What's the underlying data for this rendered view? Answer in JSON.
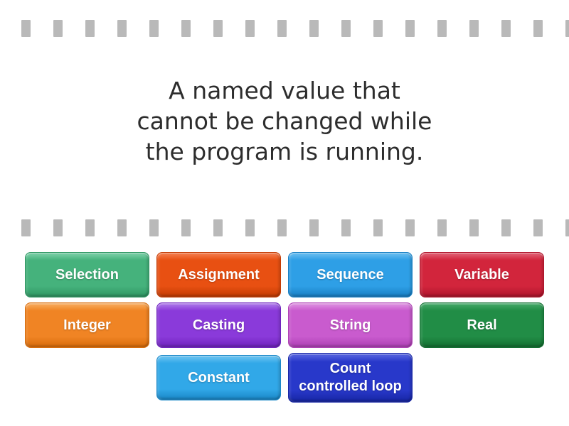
{
  "game": {
    "type_hint": "find-the-match quiz board",
    "background_color": "#ffffff"
  },
  "decor": {
    "squares_per_strip": 18,
    "square_color": "#b9b9b9"
  },
  "question": {
    "text": "A named value that\ncannot be changed while\nthe program is running.",
    "text_color": "#2d2d2d"
  },
  "tiles": [
    {
      "label": "Selection",
      "row": 0,
      "col": 0,
      "base": "#45B27C",
      "light": "#6FC99E",
      "dark": "#2F9763"
    },
    {
      "label": "Assignment",
      "row": 0,
      "col": 1,
      "base": "#E85012",
      "light": "#F27441",
      "dark": "#C43C04"
    },
    {
      "label": "Sequence",
      "row": 0,
      "col": 2,
      "base": "#2E9FE6",
      "light": "#5DB7EE",
      "dark": "#1980C5"
    },
    {
      "label": "Variable",
      "row": 0,
      "col": 3,
      "base": "#D2253C",
      "light": "#DE5468",
      "dark": "#B0152C"
    },
    {
      "label": "Integer",
      "row": 1,
      "col": 0,
      "base": "#F08424",
      "light": "#F6A351",
      "dark": "#D96D0C"
    },
    {
      "label": "Casting",
      "row": 1,
      "col": 1,
      "base": "#8A3ADA",
      "light": "#A56BE6",
      "dark": "#7024BE"
    },
    {
      "label": "String",
      "row": 1,
      "col": 2,
      "base": "#C95BCE",
      "light": "#D986DD",
      "dark": "#AF41B5"
    },
    {
      "label": "Real",
      "row": 1,
      "col": 3,
      "base": "#218D46",
      "light": "#3DA361",
      "dark": "#147032"
    },
    {
      "label": "Constant",
      "row": 2,
      "col": 1,
      "base": "#31A8E8",
      "light": "#60BEEF",
      "dark": "#1B88C8"
    },
    {
      "label": "Count\ncontrolled loop",
      "row": 2,
      "col": 2,
      "tall": true,
      "base": "#2838CA",
      "light": "#4E5DDB",
      "dark": "#1827A6"
    }
  ]
}
